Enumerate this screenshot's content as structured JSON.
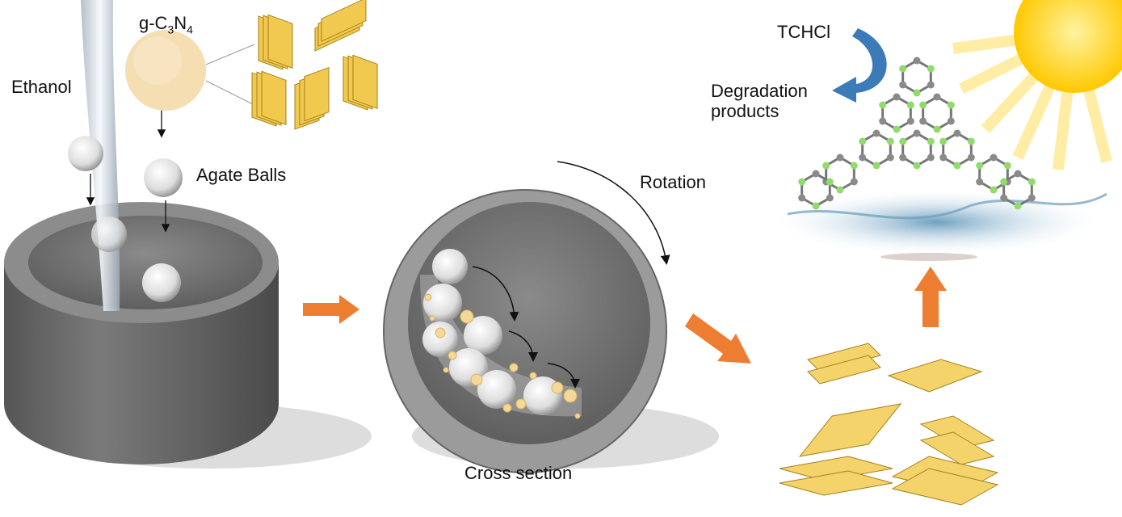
{
  "labels": {
    "ethanol": "Ethanol",
    "gcn_prefix": "g-C",
    "gcn_sub1": "3",
    "gcn_mid": "N",
    "gcn_sub2": "4",
    "agate_balls": "Agate Balls",
    "rotation": "Rotation",
    "cross_section": "Cross section",
    "tchcl": "TCHCl",
    "degradation_line1": "Degradation",
    "degradation_line2": "products"
  },
  "colors": {
    "arrow_orange": "#ed7d31",
    "arrow_blue": "#3d7ab8",
    "flake_yellow": "#f5d36b",
    "powder": "#f4deb2",
    "jar_gray": "#6e6e6e",
    "sun": "#ffd21e"
  }
}
